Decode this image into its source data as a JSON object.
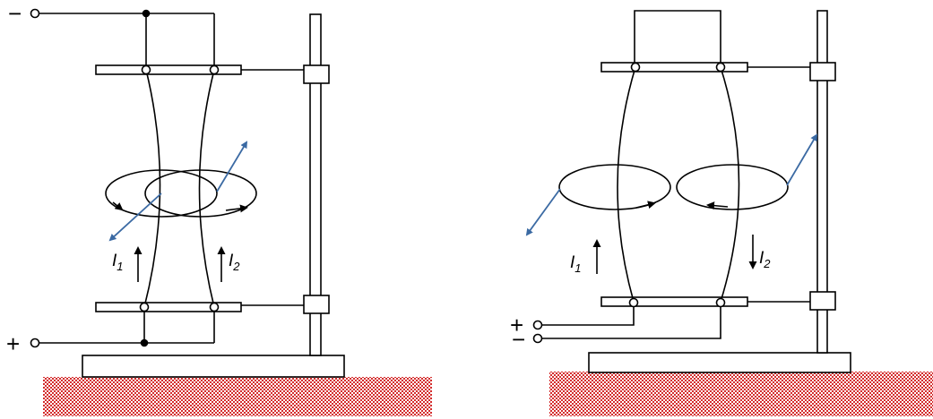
{
  "left_panel": {
    "terminal_top_sign": "−",
    "terminal_bottom_sign": "+",
    "current_1": {
      "symbol": "I",
      "index": "1"
    },
    "current_2": {
      "symbol": "I",
      "index": "2"
    }
  },
  "right_panel": {
    "terminal_sign_top": "+",
    "terminal_sign_bottom": "−",
    "current_1": {
      "symbol": "I",
      "index": "1"
    },
    "current_2": {
      "symbol": "I",
      "index": "2"
    }
  },
  "colors": {
    "line": "#000000",
    "field_axis": "#3b6aa3",
    "table_checker_red": "#d42d2d",
    "table_checker_white": "#ffffff",
    "background": "#ffffff"
  }
}
